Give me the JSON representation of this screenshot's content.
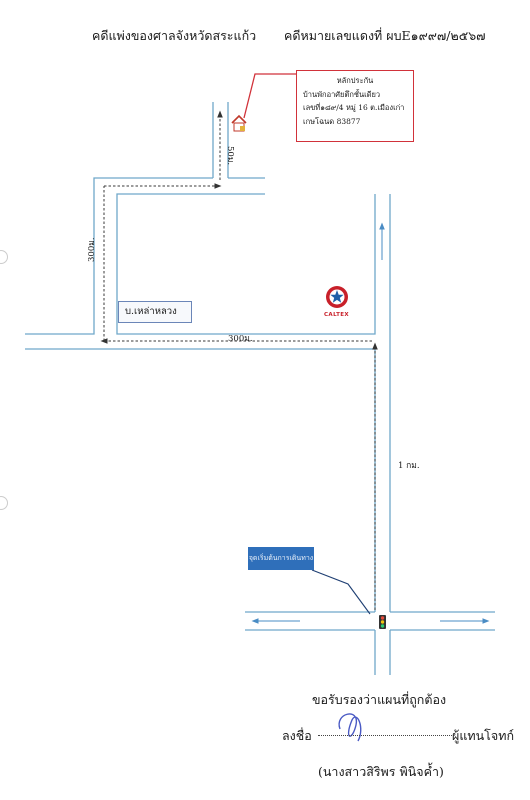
{
  "header": {
    "left": "คดีแพ่งของศาลจังหวัดสระแก้ว",
    "right": "คดีหมายเลขแดงที่ ผบE๑๙๙๗/๒๕๖๗"
  },
  "address_box": {
    "title": "หลักประกัน",
    "line1": "บ้านพักอาศัยตึกชั้นเดียว",
    "line2": "เลขที่๑๘๙/4 หมู่ 16 ต.เมืองเก่า",
    "line3": "เกษโฉนด 83877"
  },
  "map": {
    "village_label": "บ.เหล่าหลวง",
    "start_label": "จุดเริ่มต้นการเดินทาง",
    "brand": "CALTEX",
    "dist_50m": "50ม.",
    "dist_300m_vertical": "300ม.",
    "dist_300m_horizontal": "300ม.",
    "dist_1km": "1 กม.",
    "colors": {
      "road": "#6fa8c9",
      "route": "#3a3a3a",
      "callout": "#d1323a",
      "start_label_bg": "#2f6fba"
    },
    "icons": [
      "house-icon",
      "caltex-logo-icon",
      "traffic-light-icon"
    ]
  },
  "footer": {
    "certify": "ขอรับรองว่าแผนที่ถูกต้อง",
    "sign_label": "ลงชื่อ",
    "role": "ผู้แทนโจทก์",
    "name": "(นางสาวสิริพร พินิจค้ำ)"
  }
}
